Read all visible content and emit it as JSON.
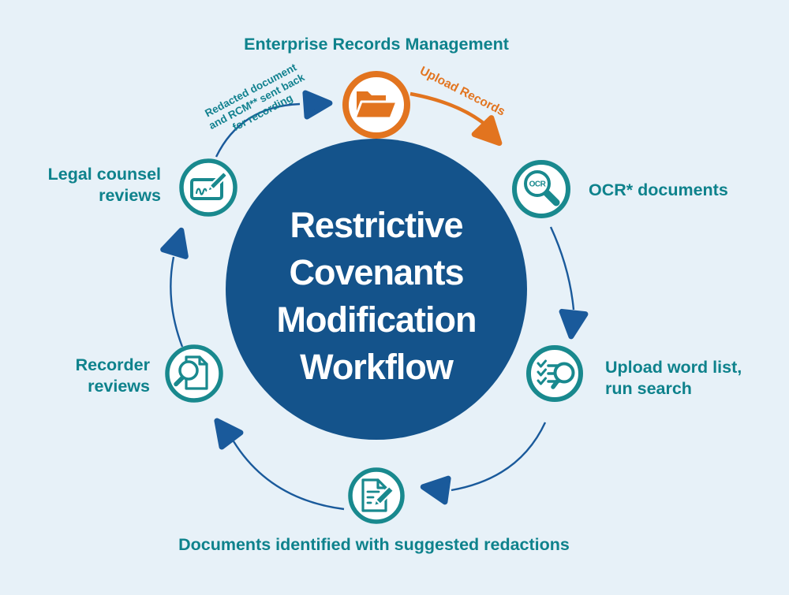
{
  "diagram": {
    "center_title_lines": [
      "Restrictive",
      "Covenants",
      "Modification",
      "Workflow"
    ]
  },
  "nodes": {
    "erm": {
      "label": "Enterprise Records Management",
      "icon": "folder-icon"
    },
    "ocr": {
      "label": "OCR* documents",
      "badge": "OCR",
      "icon": "ocr-magnifier-icon"
    },
    "wordlist": {
      "line1": "Upload word list,",
      "line2": "run search",
      "icon": "checklist-search-icon"
    },
    "redactions": {
      "label": "Documents identified with suggested redactions",
      "icon": "document-pencil-icon"
    },
    "recorder": {
      "line1": "Recorder",
      "line2": "reviews",
      "icon": "document-magnifier-icon"
    },
    "legal": {
      "line1": "Legal counsel",
      "line2": "reviews",
      "icon": "signature-pen-icon"
    }
  },
  "edges": {
    "upload_records_label": "Upload Records",
    "sent_back_lines": [
      "Redacted document",
      "and RCM** sent back",
      "for recording"
    ]
  },
  "colors": {
    "background": "#e7f1f8",
    "center_circle_blue": "#14538b",
    "arrow_blue": "#1a5a9b",
    "teal_ring": "#19898e",
    "teal_text": "#0e828c",
    "orange": "#e2741f",
    "white": "#ffffff"
  }
}
